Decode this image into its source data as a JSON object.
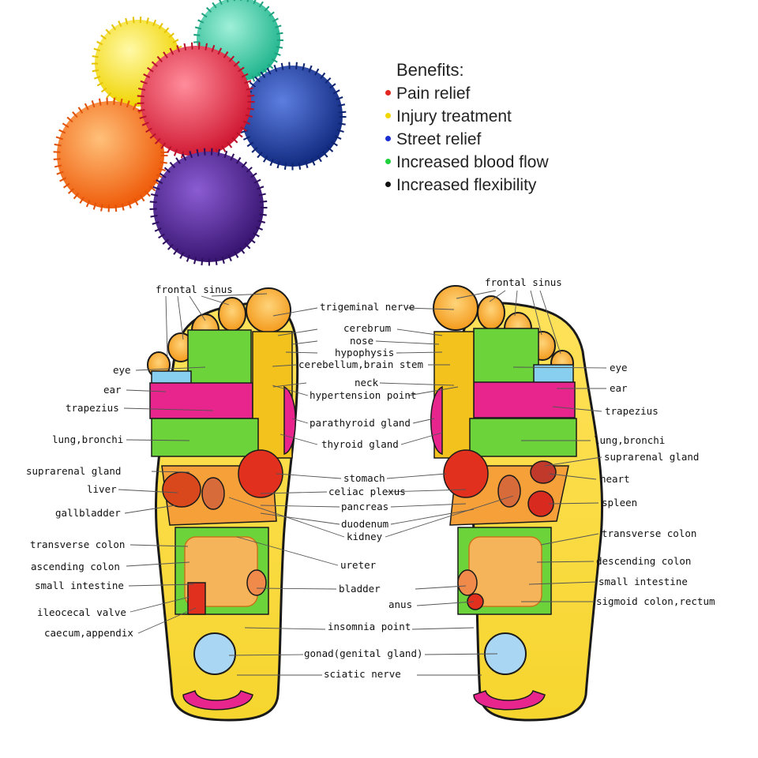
{
  "benefits": {
    "heading": "Benefits:",
    "items": [
      {
        "text": "Pain relief",
        "color": "#e3261f"
      },
      {
        "text": "Injury treatment",
        "color": "#f2d600"
      },
      {
        "text": "Street relief",
        "color": "#1a2fd0"
      },
      {
        "text": "Increased blood flow",
        "color": "#1fd13c"
      },
      {
        "text": "Increased flexibility",
        "color": "#111111"
      }
    ]
  },
  "balls": [
    {
      "name": "yellow-ball",
      "color": "#f6e21a"
    },
    {
      "name": "teal-ball",
      "color": "#37cfa9"
    },
    {
      "name": "red-ball",
      "color": "#ec2f45"
    },
    {
      "name": "blue-ball",
      "color": "#1d3fa8"
    },
    {
      "name": "orange-ball",
      "color": "#f7731c"
    },
    {
      "name": "purple-ball",
      "color": "#4e2492"
    }
  ],
  "labels": {
    "left_foot": {
      "frontal_sinus": "frontal sinus",
      "eye": "eye",
      "ear": "ear",
      "trapezius": "trapezius",
      "lung_bronchi": "lung,bronchi",
      "suprarenal_gland": "suprarenal gland",
      "liver": "liver",
      "gallbladder": "gallbladder",
      "transverse_colon": "transverse colon",
      "ascending_colon": "ascending colon",
      "small_intestine": "small intestine",
      "ileocecal_valve": "ileocecal valve",
      "caecum_appendix": "caecum,appendix"
    },
    "center": {
      "trigeminal_nerve": "trigeminal nerve",
      "cerebrum": "cerebrum",
      "nose": "nose",
      "hypophysis": "hypophysis",
      "cerebellum": "cerebellum,brain stem",
      "neck": "neck",
      "hypertension_point": "hypertension point",
      "parathyroid_gland": "parathyroid gland",
      "thyroid_gland": "thyroid gland",
      "stomach": "stomach",
      "celiac_plexus": "celiac plexus",
      "pancreas": "pancreas",
      "duodenum": "duodenum",
      "kidney": "kidney",
      "ureter": "ureter",
      "bladder": "bladder",
      "anus": "anus",
      "insomnia_point": "insomnia point",
      "gonad": "gonad(genital gland)",
      "sciatic_nerve": "sciatic nerve"
    },
    "right_foot": {
      "frontal_sinus": "frontal sinus",
      "eye": "eye",
      "ear": "ear",
      "trapezius": "trapezius",
      "lung_bronchi": "lung,bronchi",
      "suprarenal_gland": "suprarenal gland",
      "heart": "heart",
      "spleen": "spleen",
      "transverse_colon": "transverse colon",
      "descending_colon": "descending colon",
      "small_intestine": "small intestine",
      "sigmoid_colon": "sigmoid colon,rectum"
    }
  }
}
